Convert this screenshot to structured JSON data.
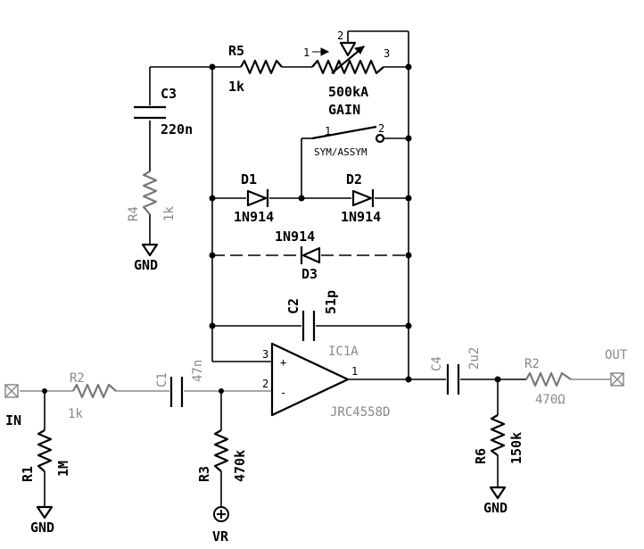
{
  "components": {
    "r5": {
      "ref": "R5",
      "value": "1k"
    },
    "pot": {
      "value": "500kA",
      "name": "GAIN",
      "pin1": "1",
      "pin2": "2",
      "pin3": "3"
    },
    "c3": {
      "ref": "C3",
      "value": "220n"
    },
    "r4": {
      "ref": "R4",
      "value": "1k"
    },
    "switch": {
      "pin1": "1",
      "pin2": "2",
      "label": "SYM/ASSYM"
    },
    "d1": {
      "ref": "D1",
      "value": "1N914"
    },
    "d2": {
      "ref": "D2",
      "value": "1N914"
    },
    "d3": {
      "ref": "D3",
      "value": "1N914"
    },
    "c2": {
      "ref": "C2",
      "value": "51p"
    },
    "ic": {
      "ref": "IC1A",
      "part": "JRC4558D",
      "pin_inv": "3",
      "pin_noninv": "2",
      "pin_out": "1",
      "sign_inv": "-",
      "sign_noninv": "+"
    },
    "r2_in": {
      "ref": "R2",
      "value": "1k"
    },
    "c1": {
      "ref": "C1",
      "value": "47n"
    },
    "r1": {
      "ref": "R1",
      "value": "1M"
    },
    "r3": {
      "ref": "R3",
      "value": "470k"
    },
    "c4": {
      "ref": "C4",
      "value": "2u2"
    },
    "r2_out": {
      "ref": "R2",
      "value": "470Ω"
    },
    "r6": {
      "ref": "R6",
      "value": "150k"
    }
  },
  "terminals": {
    "in": "IN",
    "out": "OUT",
    "vr": "VR",
    "gnd": "GND"
  },
  "colors": {
    "ink": "#000000",
    "faded": "#888888",
    "background": "#ffffff"
  }
}
